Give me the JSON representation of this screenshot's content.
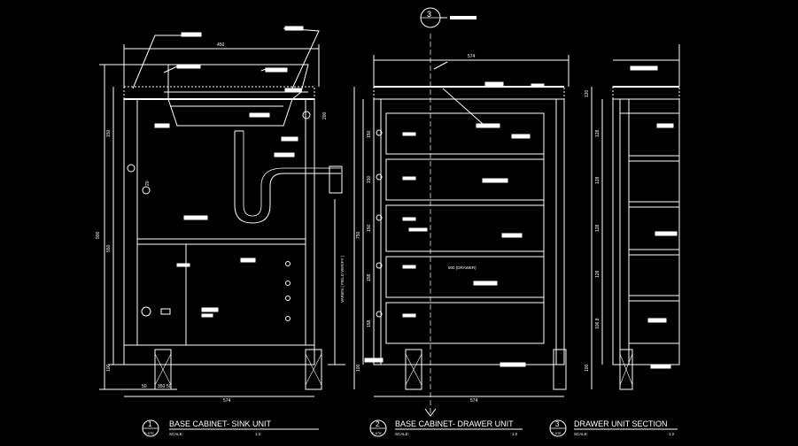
{
  "section_marker": {
    "number": "3"
  },
  "views": [
    {
      "number": "1",
      "ref": "F-07E",
      "title": "BASE CABINET- SINK UNIT",
      "scale_label": "SCALE:",
      "scale": "1:2"
    },
    {
      "number": "2",
      "ref": "F-07E",
      "title": "BASE CABINET- DRAWER UNIT",
      "scale_label": "SCALE:",
      "scale": "1:2"
    },
    {
      "number": "3",
      "ref": "F-07E",
      "title": "DRAWER UNIT SECTION",
      "scale_label": "SCALE:",
      "scale": "1:2"
    }
  ],
  "dimensions": {
    "sink_top_width": "450",
    "sink_bottom_width": "574",
    "sink_total_height": "900",
    "sink_height_inner": "550",
    "sink_kick_height": "100",
    "sink_kick_a": "50",
    "sink_kick_b": "350",
    "sink_kick_c": "50",
    "sink_side_150": "150",
    "sink_side_200": "200",
    "sink_side_20": "20",
    "drawer_top_width": "574",
    "drawer_bottom_width": "574",
    "drawer_height": "750",
    "drawer_inner_width": "500 (DRAWER)",
    "drawer_d1": "150",
    "drawer_d2": "150",
    "drawer_d3": "150",
    "drawer_d4": "158",
    "drawer_d5": "158",
    "drawer_kick": "100",
    "vary_note": "VARIES ( FIELD VERIFY )",
    "section_h1": "128",
    "section_h2": "128",
    "section_h3": "128",
    "section_h4": "128",
    "section_h5": "106.8",
    "section_top": "120",
    "section_kick": "100"
  }
}
